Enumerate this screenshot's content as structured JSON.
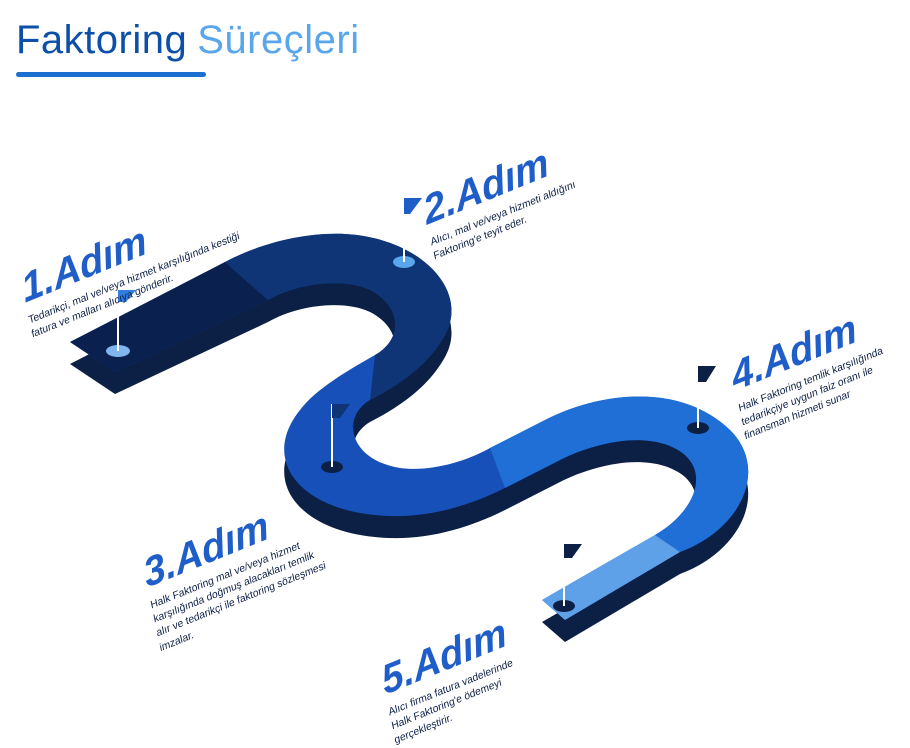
{
  "title": {
    "part1": "Faktoring",
    "part2": "Süreçleri"
  },
  "steps": [
    {
      "label": "1.Adım",
      "text": "Tedarikçi, mal ve/veya hizmet karşılığında kestiği fatura ve malları alıcıya gönderir."
    },
    {
      "label": "2.Adım",
      "text": "Alıcı, mal ve/veya hizmeti aldığını Faktoring'e teyit eder."
    },
    {
      "label": "3.Adım",
      "text": "Halk Faktoring mal ve/veya hizmet karşılığında doğmuş alacakları temlik alır ve tedarikçi ile faktoring sözleşmesi imzalar."
    },
    {
      "label": "4.Adım",
      "text": "Halk Faktoring temlik karşılığında tedarikçiye uygun faiz oranı ile finansman hizmeti sunar"
    },
    {
      "label": "5.Adım",
      "text": "Alıcı firma fatura vadelerinde Halk Faktoring'e ödemeyi gerçekleştirir."
    }
  ],
  "colors": {
    "title_dark": "#0b4fa8",
    "title_light": "#5aa6ec",
    "segment_1": "#0a2150",
    "segment_2": "#0f3576",
    "segment_3": "#1650b8",
    "segment_4": "#1f6fd6",
    "segment_5": "#5fa1e8",
    "road_shadow": "#0c1f45"
  }
}
